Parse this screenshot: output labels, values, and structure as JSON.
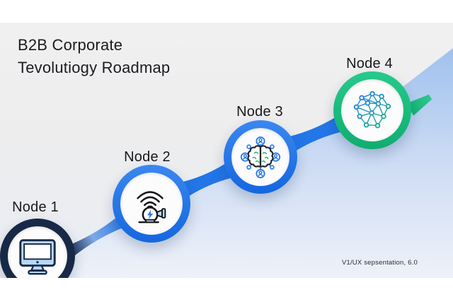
{
  "slide": {
    "title_line1": "B2B Corporate",
    "title_line2": "Tevolutiogy Roadmap",
    "footer_note": "V1/UX sepsentation, 6.0"
  },
  "roadmap": {
    "direction": "ascending-left-to-right",
    "nodes": [
      {
        "label": "Node 1",
        "icon": "monitor-icon",
        "ring_color": "#182947"
      },
      {
        "label": "Node 2",
        "icon": "smart-siren-icon",
        "ring_color": "#1f72e8"
      },
      {
        "label": "Node 3",
        "icon": "brain-network-icon",
        "ring_color": "#1f72e8"
      },
      {
        "label": "Node 4",
        "icon": "network-graph-icon",
        "ring_color": "#1abc7e"
      }
    ]
  },
  "colors": {
    "background_band": "#ffffff",
    "stage_background": "#efeff0",
    "accent_blue": "#2276e8",
    "accent_navy": "#182947",
    "accent_green": "#1abc7e",
    "area_fill_top": "#9fc1ee",
    "area_fill_bottom": "#eef2f9",
    "icon_light_blue": "#b8d8f7",
    "icon_green": "#2bb673",
    "text_dark": "#1c1c1f"
  }
}
